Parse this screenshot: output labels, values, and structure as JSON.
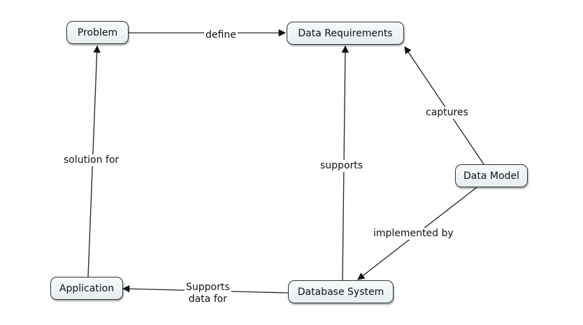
{
  "nodes": {
    "problem": "Problem",
    "data_requirements": "Data Requirements",
    "data_model": "Data Model",
    "application": "Application",
    "database_system": "Database System"
  },
  "links": {
    "define": "define",
    "solution_for": "solution for",
    "supports": "supports",
    "captures": "captures",
    "implemented_by": "implemented by",
    "supports_data_for_1": "Supports",
    "supports_data_for_2": "data for"
  }
}
